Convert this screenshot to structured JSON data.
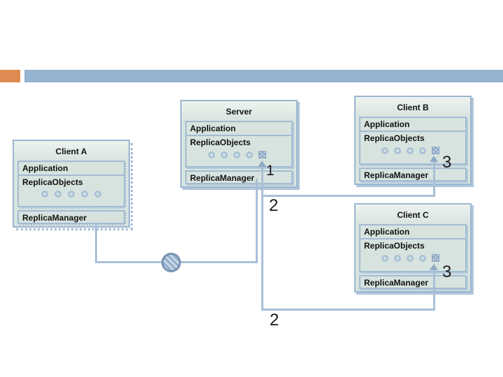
{
  "slide": {
    "background": "#FFFFFF",
    "accent_bar_color": "#DD8B51",
    "header_bar_color": "#96B3CF"
  },
  "nodes": {
    "server": {
      "title": "Server",
      "application_label": "Application",
      "replica_objects_label": "ReplicaObjects",
      "replica_manager_label": "ReplicaManager",
      "ring_count": 4,
      "has_modified_object": true
    },
    "client_a": {
      "title": "Client A",
      "application_label": "Application",
      "replica_objects_label": "ReplicaObjects",
      "replica_manager_label": "ReplicaManager",
      "ring_count": 5,
      "has_modified_object": false
    },
    "client_b": {
      "title": "Client B",
      "application_label": "Application",
      "replica_objects_label": "ReplicaObjects",
      "replica_manager_label": "ReplicaManager",
      "ring_count": 4,
      "has_modified_object": true
    },
    "client_c": {
      "title": "Client C",
      "application_label": "Application",
      "replica_objects_label": "ReplicaObjects",
      "replica_manager_label": "ReplicaManager",
      "ring_count": 4,
      "has_modified_object": true
    }
  },
  "step_labels": {
    "server_update": "1",
    "propagate_to_client_b": "2",
    "propagate_to_client_c": "2",
    "apply_client_b": "3",
    "apply_client_c": "3"
  },
  "icons": {
    "blocked_connection": "circle-with-diagonal-stripes (disconnected link)",
    "replica_object": "small-ring",
    "modified_object": "crosshatched-square"
  },
  "colors": {
    "node_border": "#9CB6D1",
    "node_fill": "#D8E4DF",
    "node_shadow": "#B0C6DB",
    "inner_border": "#A3BBD3",
    "connector_line": "#A9C0D7",
    "arrowhead": "#8FA9C6",
    "ring": "#A9C2D8",
    "hatch": "#8FA9C6",
    "blocked_ring": "#7792B4",
    "step_text": "#1B1B1B"
  }
}
